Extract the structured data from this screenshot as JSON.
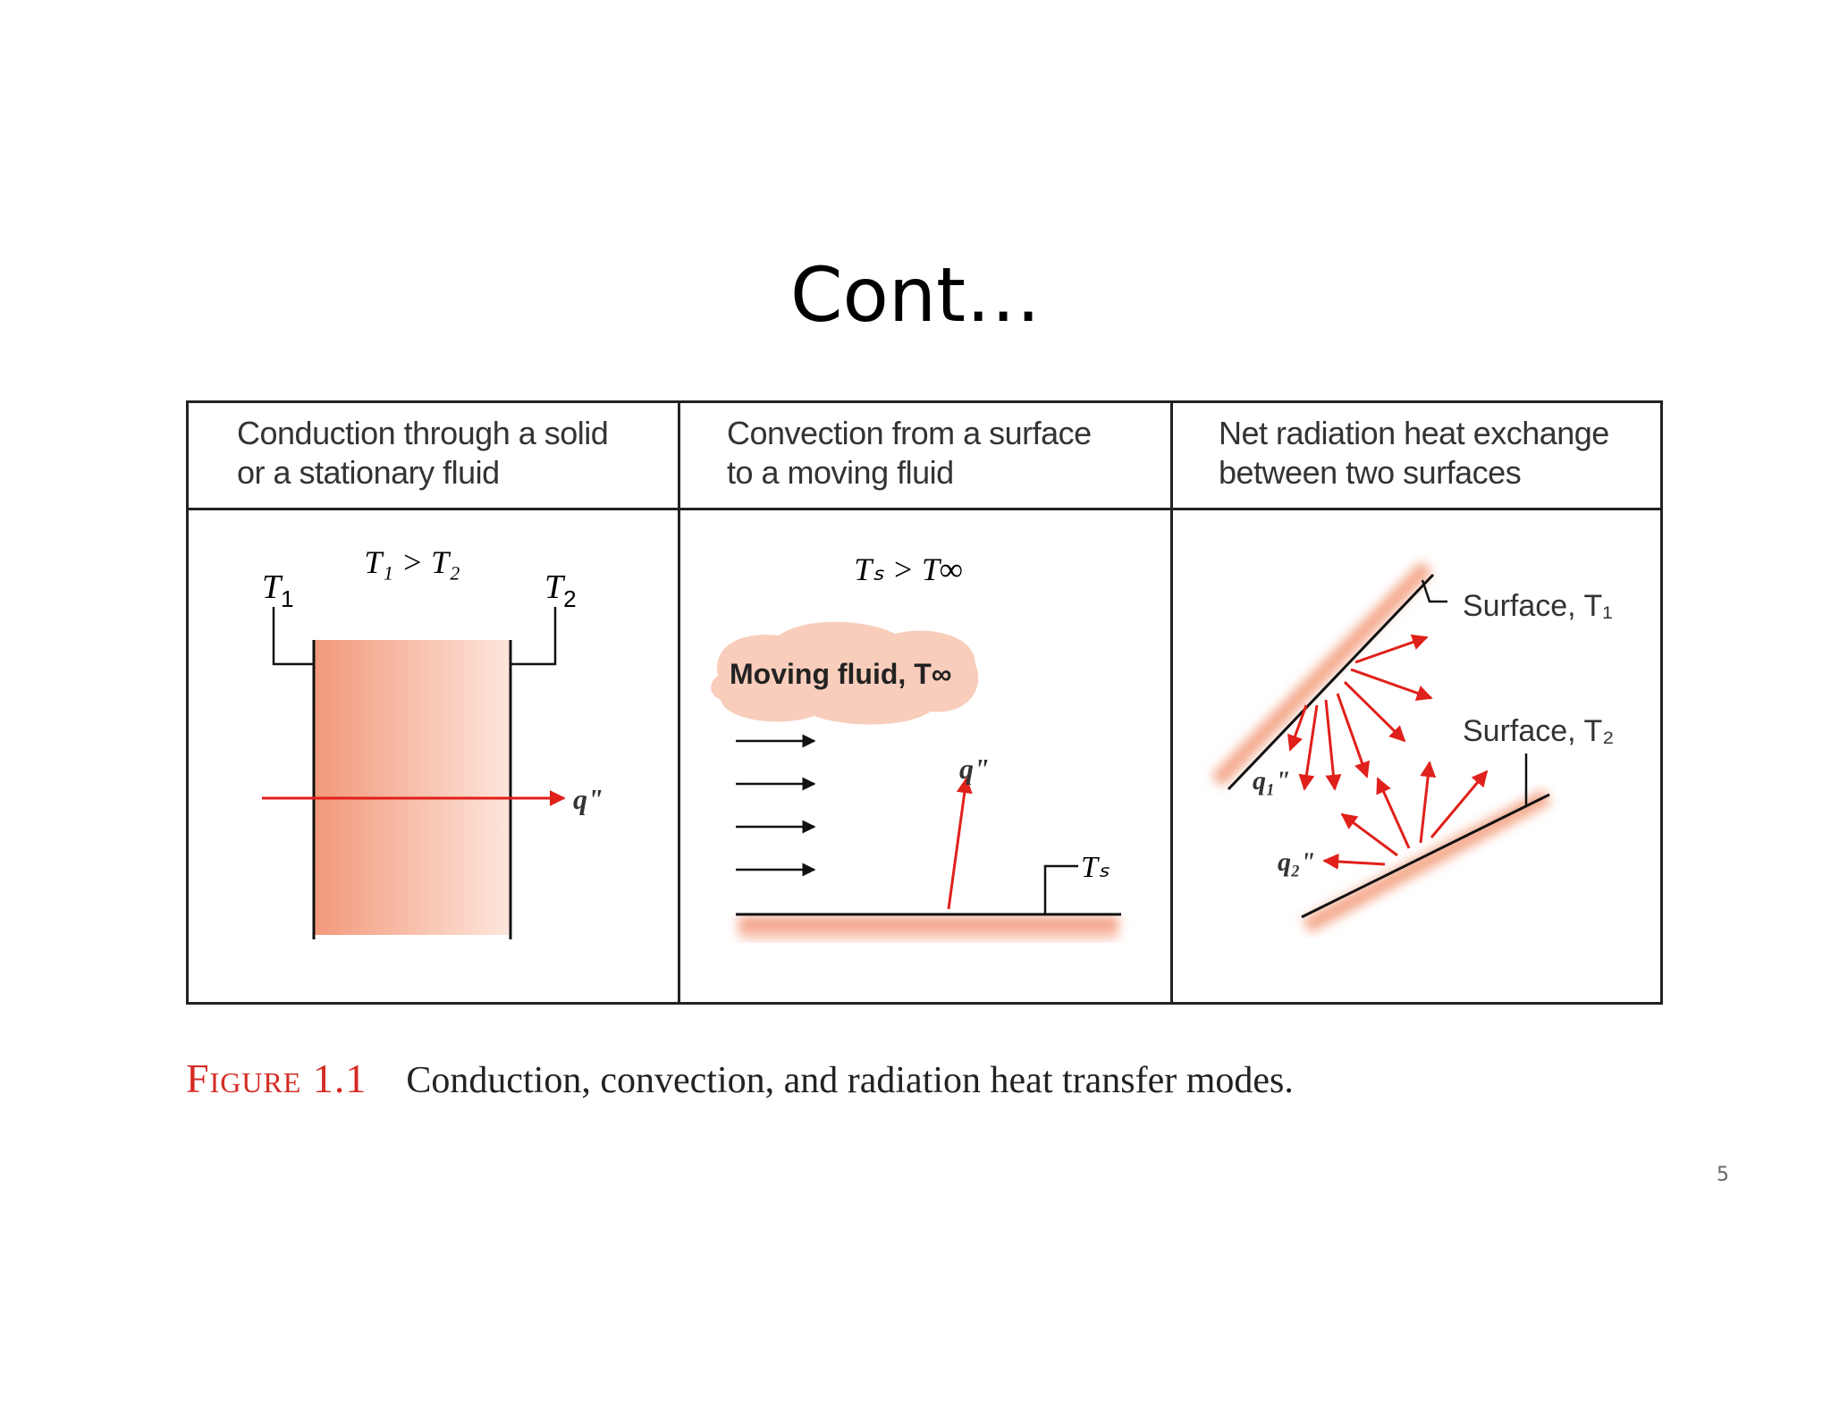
{
  "slide": {
    "title": "Cont…",
    "page_number": "5"
  },
  "figure": {
    "headers": [
      [
        "Conduction through a solid",
        "or a stationary fluid"
      ],
      [
        "Convection from a surface",
        "to a moving fluid"
      ],
      [
        "Net radiation heat exchange",
        "between two surfaces"
      ]
    ],
    "conduction": {
      "condition": "T₁ > T₂",
      "t1_label": "T",
      "t1_sub": "1",
      "t2_label": "T",
      "t2_sub": "2",
      "flux_label": "q\""
    },
    "convection": {
      "condition": "Tₛ > T∞",
      "fluid_label": "Moving fluid, T∞",
      "flux_label": "q\"",
      "surface_label": "Tₛ"
    },
    "radiation": {
      "surface1_label": "Surface, T₁",
      "surface2_label": "Surface, T₂",
      "q1_label": "q₁\"",
      "q2_label": "q₂\""
    },
    "caption_label": "Figure 1.1",
    "caption_text": "Conduction, convection, and radiation heat transfer modes."
  },
  "colors": {
    "arrow_red": "#e0201a",
    "surface_salmon": "#f4a98c",
    "fluid_blob": "#f8cdbb",
    "caption_red": "#d42a22"
  }
}
